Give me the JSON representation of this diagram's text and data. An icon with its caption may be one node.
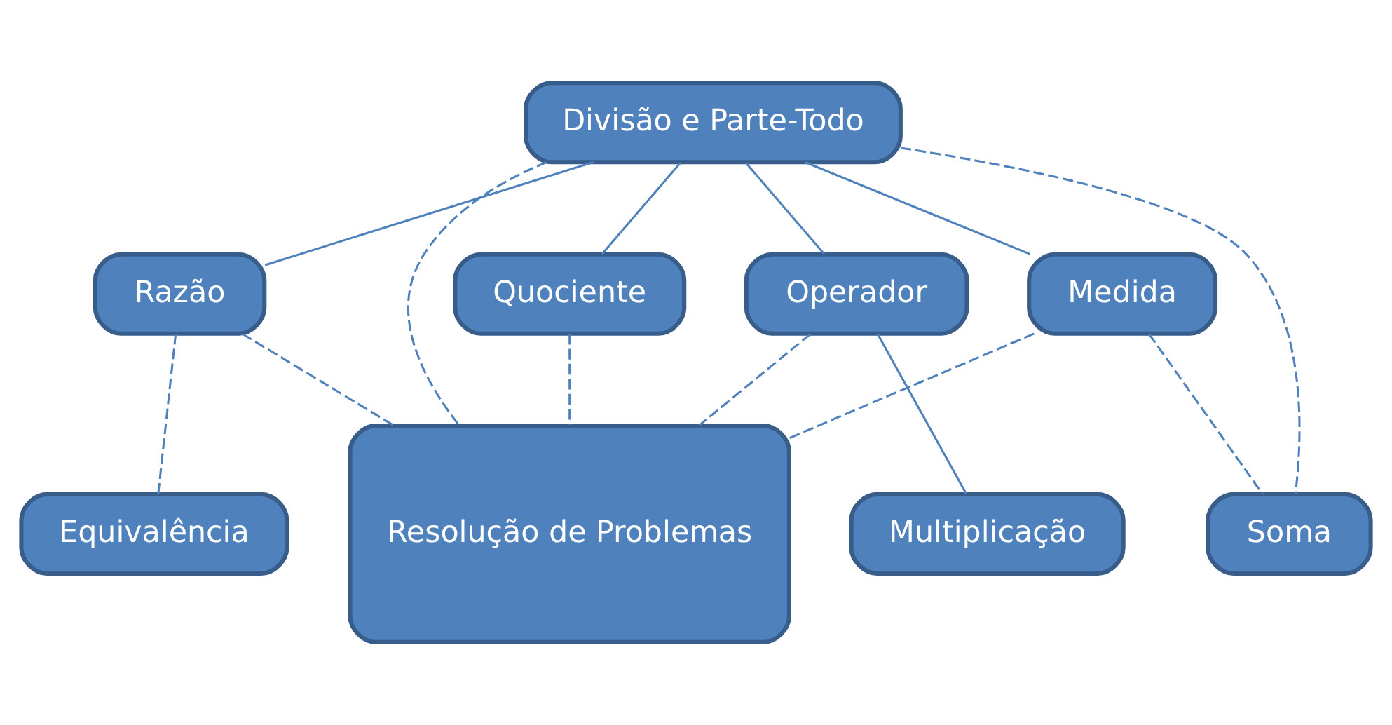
{
  "diagram": {
    "nodes": [
      {
        "text": [
          "Divisão e Parte-Todo"
        ]
      },
      {
        "text": [
          "Razão"
        ]
      },
      {
        "text": [
          "Operador"
        ]
      },
      {
        "text": [
          "Quociente"
        ]
      },
      {
        "text": [
          "Medida"
        ]
      },
      {
        "text": [
          "Equivalência"
        ]
      },
      {
        "text": [
          "Multiplicação"
        ]
      },
      {
        "text": [
          "Resolução de Problemas"
        ]
      },
      {
        "text": [
          "Soma"
        ]
      }
    ],
    "edges": [
      {
        "from": 0,
        "to": 1,
        "arrow": "none"
      },
      {
        "from": 0,
        "to": 2,
        "arrow": "none"
      },
      {
        "from": 0,
        "to": 3,
        "arrow": "none"
      },
      {
        "from": 0,
        "to": 4,
        "arrow": "none"
      },
      {
        "from": 0,
        "to": 7,
        "arrow": "none",
        "style": "dashed"
      },
      {
        "from": 0,
        "to": 8,
        "arrow": "none",
        "style": "dashed"
      },
      {
        "from": 1,
        "to": 5,
        "arrow": "none",
        "style": "dashed"
      },
      {
        "from": 1,
        "to": 7,
        "arrow": "none",
        "style": "dashed"
      },
      {
        "from": 2,
        "to": 6,
        "arrow": "none"
      },
      {
        "from": 2,
        "to": 7,
        "arrow": "none",
        "style": "dashed"
      },
      {
        "from": 3,
        "to": 7,
        "arrow": "none",
        "style": "dashed"
      },
      {
        "from": 4,
        "to": 7,
        "arrow": "none",
        "style": "dashed"
      },
      {
        "from": 4,
        "to": 8,
        "arrow": "none",
        "style": "dashed"
      }
    ]
  }
}
